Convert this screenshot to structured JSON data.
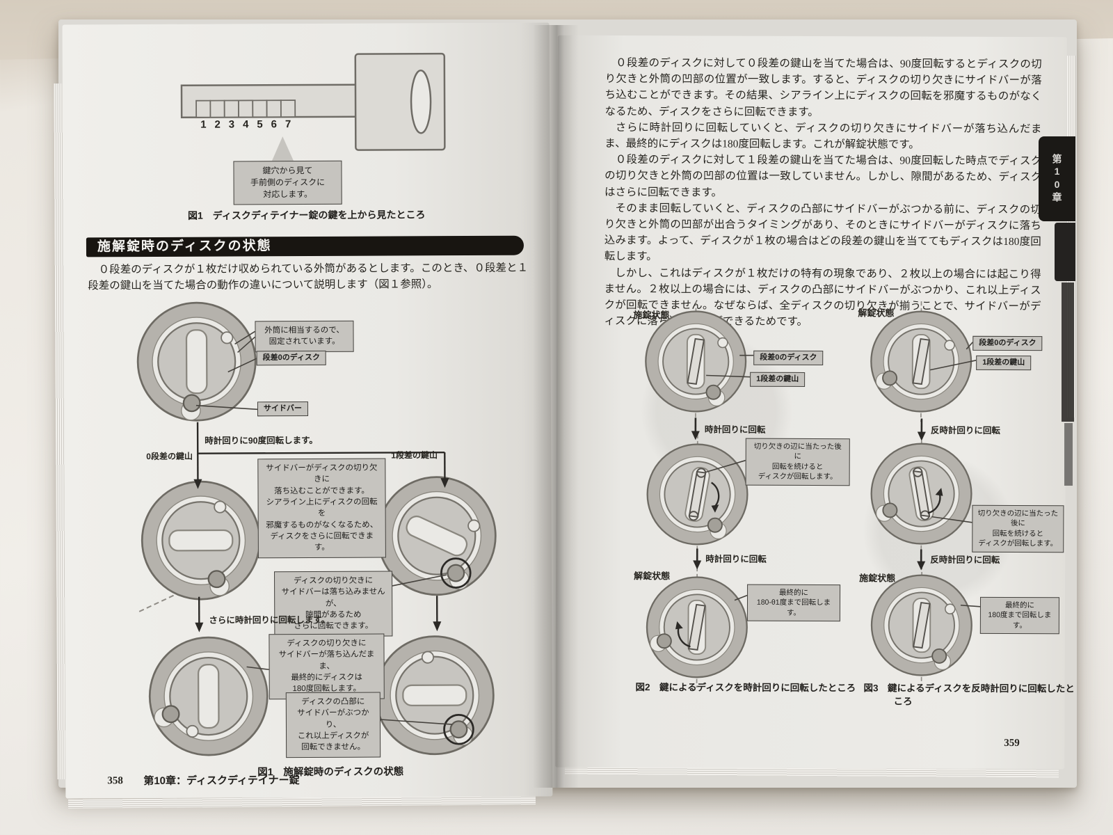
{
  "colors": {
    "heading_bar": "#181511",
    "callout_fill": "#c6c4bf",
    "paper": "#e9e8e4",
    "ink": "#26241f",
    "diagram_gray": "#b5b2ac"
  },
  "book": {
    "left_page": {
      "key_figure": {
        "numbers": [
          "1",
          "2",
          "3",
          "4",
          "5",
          "6",
          "7"
        ],
        "callout": "鍵穴から見て\n手前側のディスクに\n対応します。",
        "caption": "図1　ディスクディテイナー錠の鍵を上から見たところ"
      },
      "section_heading": "施解錠時のディスクの状態",
      "intro": "０段差のディスクが１枚だけ収められている外筒があるとします。このとき、０段差と１段差の鍵山を当てた場合の動作の違いについて説明します（図１参照）。",
      "fig1": {
        "label_outer": "外筒に相当するので、\n固定されています。",
        "label_disc": "段差0のディスク",
        "label_sidebar": "サイドバー",
        "step1": "時計回りに90度回転します。",
        "branch_left": "0段差の鍵山",
        "branch_right": "1段差の鍵山",
        "callout_drop": "サイドバーがディスクの切り欠きに\n落ち込むことができます。\nシアライン上にディスクの回転を\n邪魔するものがなくなるため、\nディスクをさらに回転できます。",
        "callout_gap": "ディスクの切り欠きに\nサイドバーは落ち込みませんが、\n隙間があるため\nさらに回転できます。",
        "step2": "さらに時計回りに回転します。",
        "callout_unlock": "ディスクの切り欠きに\nサイドバーが落ち込んだまま、\n最終的にディスクは\n180度回転します。",
        "callout_block": "ディスクの凸部に\nサイドバーがぶつかり、\nこれ以上ディスクが\n回転できません。",
        "caption": "図1　施解錠時のディスクの状態"
      },
      "footer": {
        "page_number": "358",
        "chapter": "第10章：ディスクディテイナー錠"
      }
    },
    "right_page": {
      "paragraphs": [
        "０段差のディスクに対して０段差の鍵山を当てた場合は、90度回転するとディスクの切り欠きと外筒の凹部の位置が一致します。すると、ディスクの切り欠きにサイドバーが落ち込むことができます。その結果、シアライン上にディスクの回転を邪魔するものがなくなるため、ディスクをさらに回転できます。",
        "さらに時計回りに回転していくと、ディスクの切り欠きにサイドバーが落ち込んだまま、最終的にディスクは180度回転します。これが解錠状態です。",
        "０段差のディスクに対して１段差の鍵山を当てた場合は、90度回転した時点でディスクの切り欠きと外筒の凹部の位置は一致していません。しかし、隙間があるため、ディスクはさらに回転できます。",
        "そのまま回転していくと、ディスクの凸部にサイドバーがぶつかる前に、ディスクの切り欠きと外筒の凹部が出合うタイミングがあり、そのときにサイドバーがディスクに落ち込みます。よって、ディスクが１枚の場合はどの段差の鍵山を当ててもディスクは180度回転します。",
        "しかし、これはディスクが１枚だけの特有の現象であり、２枚以上の場合には起こり得ません。２枚以上の場合には、ディスクの凸部にサイドバーがぶつかり、これ以上ディスクが回転できません。なぜならば、全ディスクの切り欠きが揃うことで、サイドバーがディスクに落ち込むことができるためです。"
      ],
      "fig2": {
        "state_top": "施錠状態",
        "label_disc": "段差0のディスク",
        "label_key": "1段差の鍵山",
        "arrow1": "時計回りに回転",
        "callout_turn": "切り欠きの辺に当たった後に\n回転を続けると\nディスクが回転します。",
        "arrow2": "時計回りに回転",
        "state_bottom": "解錠状態",
        "callout_final": "最終的に\n180-θ1度まで回転します。",
        "caption": "図2　鍵によるディスクを時計回りに回転したところ"
      },
      "fig3": {
        "state_top": "解錠状態",
        "label_disc": "段差0のディスク",
        "label_key": "1段差の鍵山",
        "arrow1": "反時計回りに回転",
        "callout_turn": "切り欠きの辺に当たった後に\n回転を続けると\nディスクが回転します。",
        "arrow2": "反時計回りに回転",
        "state_bottom": "施錠状態",
        "callout_final": "最終的に\n180度まで回転します。",
        "caption": "図3　鍵によるディスクを反時計回りに回転したところ"
      },
      "page_number": "359",
      "chapter_tab": "第10章"
    }
  }
}
